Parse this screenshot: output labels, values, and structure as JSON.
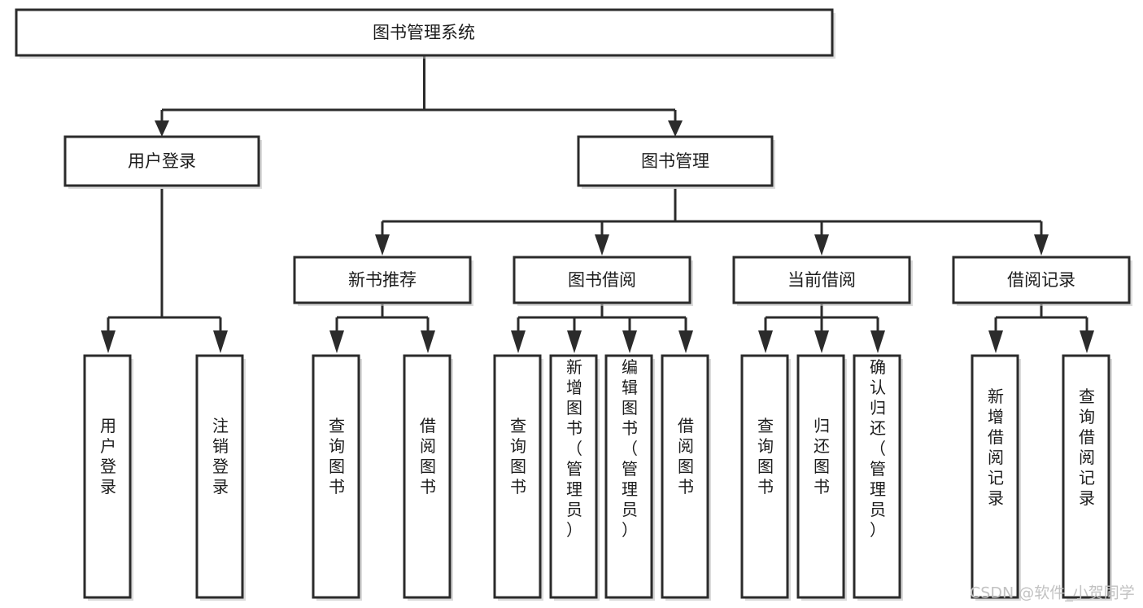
{
  "diagram": {
    "type": "tree-hierarchy",
    "title": "图书管理系统",
    "root": {
      "id": "root",
      "label": "图书管理系统",
      "level": 1,
      "orientation": "horizontal"
    },
    "level2": [
      {
        "id": "user-login",
        "label": "用户登录",
        "orientation": "horizontal"
      },
      {
        "id": "book-management",
        "label": "图书管理",
        "orientation": "horizontal"
      }
    ],
    "level3": [
      {
        "id": "new-book-recommend",
        "label": "新书推荐",
        "parent": "book-management",
        "orientation": "horizontal"
      },
      {
        "id": "book-borrow",
        "label": "图书借阅",
        "parent": "book-management",
        "orientation": "horizontal"
      },
      {
        "id": "current-borrow",
        "label": "当前借阅",
        "parent": "book-management",
        "orientation": "horizontal"
      },
      {
        "id": "borrow-record",
        "label": "借阅记录",
        "parent": "book-management",
        "orientation": "horizontal"
      }
    ],
    "leaves": [
      {
        "id": "leaf-user-login",
        "label": "用户登录",
        "parent": "user-login",
        "orientation": "vertical"
      },
      {
        "id": "leaf-user-logout",
        "label": "注销登录",
        "parent": "user-login",
        "orientation": "vertical"
      },
      {
        "id": "leaf-query-book-1",
        "label": "查询图书",
        "parent": "new-book-recommend",
        "orientation": "vertical"
      },
      {
        "id": "leaf-borrow-book-1",
        "label": "借阅图书",
        "parent": "new-book-recommend",
        "orientation": "vertical"
      },
      {
        "id": "leaf-query-book-2",
        "label": "查询图书",
        "parent": "book-borrow",
        "orientation": "vertical"
      },
      {
        "id": "leaf-add-book",
        "label": "新增图书（管理员）",
        "parent": "book-borrow",
        "orientation": "vertical"
      },
      {
        "id": "leaf-edit-book",
        "label": "编辑图书（管理员）",
        "parent": "book-borrow",
        "orientation": "vertical"
      },
      {
        "id": "leaf-borrow-book-2",
        "label": "借阅图书",
        "parent": "book-borrow",
        "orientation": "vertical"
      },
      {
        "id": "leaf-query-book-3",
        "label": "查询图书",
        "parent": "current-borrow",
        "orientation": "vertical"
      },
      {
        "id": "leaf-return-book",
        "label": "归还图书",
        "parent": "current-borrow",
        "orientation": "vertical"
      },
      {
        "id": "leaf-confirm-return",
        "label": "确认归还（管理员）",
        "parent": "current-borrow",
        "orientation": "vertical"
      },
      {
        "id": "leaf-add-record",
        "label": "新增借阅记录",
        "parent": "borrow-record",
        "orientation": "vertical"
      },
      {
        "id": "leaf-query-record",
        "label": "查询借阅记录",
        "parent": "borrow-record",
        "orientation": "vertical"
      }
    ],
    "watermark": "CSDN @软件_小贺同学",
    "colors": {
      "background": "#ffffff",
      "box_stroke": "#2b2b2b",
      "box_fill": "#ffffff",
      "connector": "#2b2b2b",
      "text": "#1c1c1c",
      "watermark": "#c2c2c2"
    }
  }
}
